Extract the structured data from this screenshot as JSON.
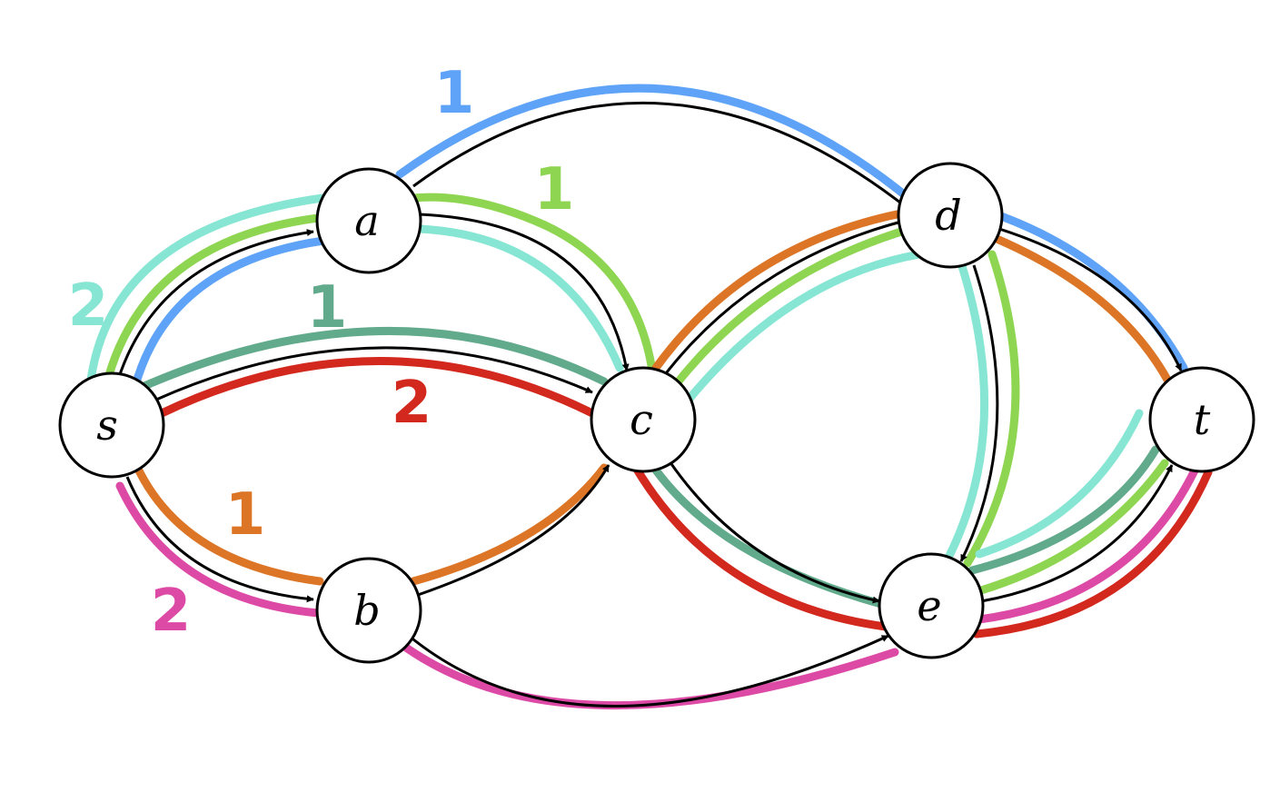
{
  "graph": {
    "nodes": [
      {
        "id": "s",
        "label": "s"
      },
      {
        "id": "a",
        "label": "a"
      },
      {
        "id": "b",
        "label": "b"
      },
      {
        "id": "c",
        "label": "c"
      },
      {
        "id": "d",
        "label": "d"
      },
      {
        "id": "e",
        "label": "e"
      },
      {
        "id": "t",
        "label": "t"
      }
    ],
    "edges": [
      {
        "from": "s",
        "to": "a"
      },
      {
        "from": "s",
        "to": "c"
      },
      {
        "from": "s",
        "to": "b"
      },
      {
        "from": "a",
        "to": "d"
      },
      {
        "from": "a",
        "to": "c"
      },
      {
        "from": "b",
        "to": "c"
      },
      {
        "from": "b",
        "to": "e"
      },
      {
        "from": "c",
        "to": "d"
      },
      {
        "from": "c",
        "to": "e"
      },
      {
        "from": "d",
        "to": "t"
      },
      {
        "from": "d",
        "to": "e"
      },
      {
        "from": "e",
        "to": "t"
      }
    ],
    "flow_labels": [
      {
        "id": "blue-1",
        "text": "1",
        "color": "#5ea3f7"
      },
      {
        "id": "lightgreen-1",
        "text": "1",
        "color": "#8ed551"
      },
      {
        "id": "mint-2",
        "text": "2",
        "color": "#86e6d3"
      },
      {
        "id": "teal-1",
        "text": "1",
        "color": "#62aa8c"
      },
      {
        "id": "red-2",
        "text": "2",
        "color": "#d2281d"
      },
      {
        "id": "orange-1",
        "text": "1",
        "color": "#dc7526"
      },
      {
        "id": "pink-2",
        "text": "2",
        "color": "#dd4aa6"
      }
    ],
    "path_colors": {
      "blue": "#5ea3f7",
      "lightgreen": "#8ed551",
      "mint": "#86e6d3",
      "teal": "#62aa8c",
      "red": "#d2281d",
      "orange": "#dc7526",
      "pink": "#dd4aa6"
    }
  }
}
